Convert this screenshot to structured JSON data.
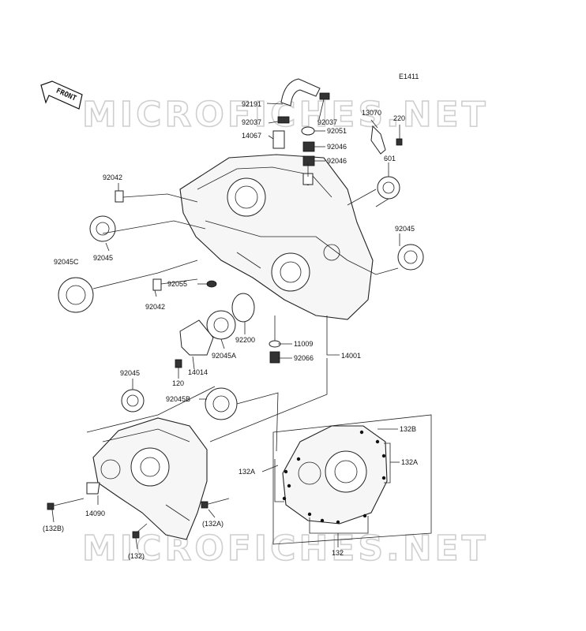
{
  "diagram_code": "E1411",
  "front_label": "FRONT",
  "watermark": "MICROFICHES.NET",
  "labels": {
    "p92191": "92191",
    "p92037a": "92037",
    "p92037b": "92037",
    "p13070": "13070",
    "p220": "220",
    "p92051": "92051",
    "p14067": "14067",
    "p92046a": "92046",
    "p92046b": "92046",
    "p601": "601",
    "p92042a": "92042",
    "p92045a": "92045",
    "p92045b": "92045",
    "p92045C": "92045C",
    "p92055": "92055",
    "p92042b": "92042",
    "p92200": "92200",
    "p11009": "11009",
    "p92045A": "92045A",
    "p92066": "92066",
    "p14001": "14001",
    "p14014": "14014",
    "p120": "120",
    "p92045c": "92045",
    "p92045B": "92045B",
    "p132B_top": "132B",
    "p132A_left": "132A",
    "p132A_right": "132A",
    "p14090": "14090",
    "p132B_paren": "(132B)",
    "p132A_paren": "(132A)",
    "p132": "132",
    "p132_paren": "(132)"
  }
}
